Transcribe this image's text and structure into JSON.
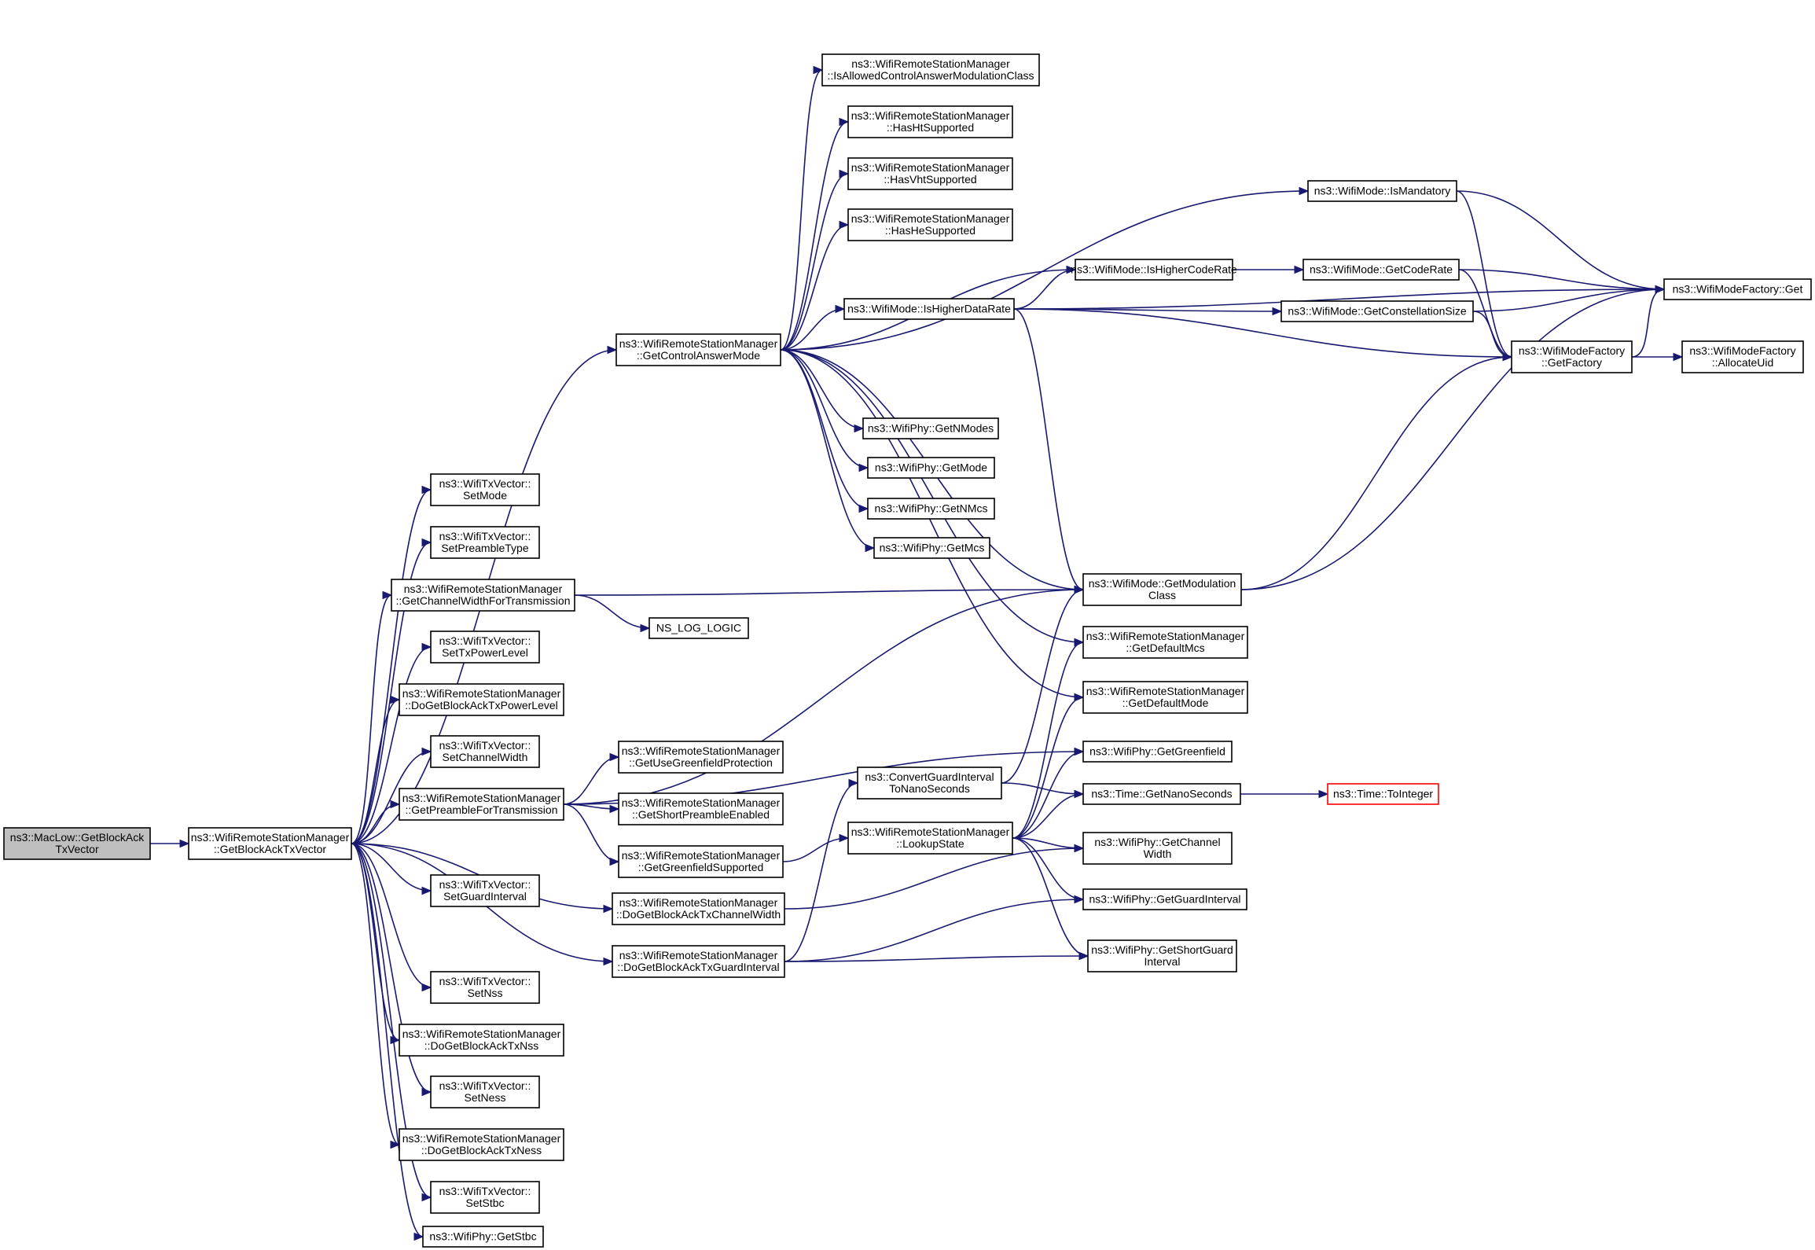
{
  "nodes": [
    {
      "id": "n0",
      "lines": [
        "ns3::MacLow::GetBlockAck",
        "TxVector"
      ],
      "root": true
    },
    {
      "id": "n1",
      "lines": [
        "ns3::WifiRemoteStationManager",
        "::GetBlockAckTxVector"
      ]
    },
    {
      "id": "n2",
      "lines": [
        "ns3::WifiRemoteStationManager",
        "::GetControlAnswerMode"
      ]
    },
    {
      "id": "n3",
      "lines": [
        "ns3::WifiTxVector::",
        "SetMode"
      ]
    },
    {
      "id": "n4",
      "lines": [
        "ns3::WifiTxVector::",
        "SetPreambleType"
      ]
    },
    {
      "id": "n5",
      "lines": [
        "ns3::WifiRemoteStationManager",
        "::GetChannelWidthForTransmission"
      ]
    },
    {
      "id": "n6",
      "lines": [
        "ns3::WifiTxVector::",
        "SetTxPowerLevel"
      ]
    },
    {
      "id": "n7",
      "lines": [
        "ns3::WifiRemoteStationManager",
        "::DoGetBlockAckTxPowerLevel"
      ]
    },
    {
      "id": "n8",
      "lines": [
        "ns3::WifiTxVector::",
        "SetChannelWidth"
      ]
    },
    {
      "id": "n9",
      "lines": [
        "ns3::WifiRemoteStationManager",
        "::GetPreambleForTransmission"
      ]
    },
    {
      "id": "n10",
      "lines": [
        "ns3::WifiTxVector::",
        "SetGuardInterval"
      ]
    },
    {
      "id": "n11",
      "lines": [
        "ns3::WifiRemoteStationManager",
        "::DoGetBlockAckTxChannelWidth"
      ]
    },
    {
      "id": "n12",
      "lines": [
        "ns3::WifiRemoteStationManager",
        "::DoGetBlockAckTxGuardInterval"
      ]
    },
    {
      "id": "n13",
      "lines": [
        "ns3::WifiTxVector::",
        "SetNss"
      ]
    },
    {
      "id": "n14",
      "lines": [
        "ns3::WifiRemoteStationManager",
        "::DoGetBlockAckTxNss"
      ]
    },
    {
      "id": "n15",
      "lines": [
        "ns3::WifiTxVector::",
        "SetNess"
      ]
    },
    {
      "id": "n16",
      "lines": [
        "ns3::WifiRemoteStationManager",
        "::DoGetBlockAckTxNess"
      ]
    },
    {
      "id": "n17",
      "lines": [
        "ns3::WifiTxVector::",
        "SetStbc"
      ]
    },
    {
      "id": "n18",
      "lines": [
        "ns3::WifiPhy::GetStbc"
      ]
    },
    {
      "id": "n19",
      "lines": [
        "ns3::WifiRemoteStationManager",
        "::IsAllowedControlAnswerModulationClass"
      ]
    },
    {
      "id": "n20",
      "lines": [
        "ns3::WifiRemoteStationManager",
        "::HasHtSupported"
      ]
    },
    {
      "id": "n21",
      "lines": [
        "ns3::WifiRemoteStationManager",
        "::HasVhtSupported"
      ]
    },
    {
      "id": "n22",
      "lines": [
        "ns3::WifiRemoteStationManager",
        "::HasHeSupported"
      ]
    },
    {
      "id": "n23",
      "lines": [
        "ns3::WifiMode::IsHigherDataRate"
      ]
    },
    {
      "id": "n24",
      "lines": [
        "ns3::WifiPhy::GetNModes"
      ]
    },
    {
      "id": "n25",
      "lines": [
        "ns3::WifiPhy::GetMode"
      ]
    },
    {
      "id": "n26",
      "lines": [
        "ns3::WifiPhy::GetNMcs"
      ]
    },
    {
      "id": "n27",
      "lines": [
        "ns3::WifiPhy::GetMcs"
      ]
    },
    {
      "id": "n28",
      "lines": [
        "NS_LOG_LOGIC"
      ]
    },
    {
      "id": "n29",
      "lines": [
        "ns3::WifiRemoteStationManager",
        "::GetUseGreenfieldProtection"
      ]
    },
    {
      "id": "n30",
      "lines": [
        "ns3::WifiRemoteStationManager",
        "::GetShortPreambleEnabled"
      ]
    },
    {
      "id": "n31",
      "lines": [
        "ns3::WifiRemoteStationManager",
        "::GetGreenfieldSupported"
      ]
    },
    {
      "id": "n32",
      "lines": [
        "ns3::ConvertGuardInterval",
        "ToNanoSeconds"
      ]
    },
    {
      "id": "n33",
      "lines": [
        "ns3::WifiRemoteStationManager",
        "::LookupState"
      ]
    },
    {
      "id": "n34",
      "lines": [
        "ns3::WifiMode::IsMandatory"
      ]
    },
    {
      "id": "n35",
      "lines": [
        "ns3::WifiMode::IsHigherCodeRate"
      ]
    },
    {
      "id": "n36",
      "lines": [
        "ns3::WifiMode::GetModulation",
        "Class"
      ]
    },
    {
      "id": "n37",
      "lines": [
        "ns3::WifiRemoteStationManager",
        "::GetDefaultMcs"
      ]
    },
    {
      "id": "n38",
      "lines": [
        "ns3::WifiRemoteStationManager",
        "::GetDefaultMode"
      ]
    },
    {
      "id": "n39",
      "lines": [
        "ns3::WifiPhy::GetGreenfield"
      ]
    },
    {
      "id": "n40",
      "lines": [
        "ns3::Time::GetNanoSeconds"
      ]
    },
    {
      "id": "n41",
      "lines": [
        "ns3::WifiPhy::GetChannel",
        "Width"
      ]
    },
    {
      "id": "n42",
      "lines": [
        "ns3::WifiPhy::GetGuardInterval"
      ]
    },
    {
      "id": "n43",
      "lines": [
        "ns3::WifiPhy::GetShortGuard",
        "Interval"
      ]
    },
    {
      "id": "n44",
      "lines": [
        "ns3::WifiMode::GetCodeRate"
      ]
    },
    {
      "id": "n45",
      "lines": [
        "ns3::WifiMode::GetConstellationSize"
      ]
    },
    {
      "id": "n46",
      "lines": [
        "ns3::WifiModeFactory",
        "::GetFactory"
      ]
    },
    {
      "id": "n47",
      "lines": [
        "ns3::WifiModeFactory::Get"
      ]
    },
    {
      "id": "n48",
      "lines": [
        "ns3::WifiModeFactory",
        "::AllocateUid"
      ]
    },
    {
      "id": "n49",
      "lines": [
        "ns3::Time::ToInteger"
      ],
      "truncated": true
    }
  ],
  "edges": [
    [
      "n0",
      "n1"
    ],
    [
      "n1",
      "n2"
    ],
    [
      "n1",
      "n3"
    ],
    [
      "n1",
      "n4"
    ],
    [
      "n1",
      "n5"
    ],
    [
      "n1",
      "n6"
    ],
    [
      "n1",
      "n7"
    ],
    [
      "n1",
      "n8"
    ],
    [
      "n1",
      "n9"
    ],
    [
      "n1",
      "n10"
    ],
    [
      "n1",
      "n11"
    ],
    [
      "n1",
      "n12"
    ],
    [
      "n1",
      "n13"
    ],
    [
      "n1",
      "n14"
    ],
    [
      "n1",
      "n15"
    ],
    [
      "n1",
      "n16"
    ],
    [
      "n1",
      "n17"
    ],
    [
      "n1",
      "n18"
    ],
    [
      "n2",
      "n19"
    ],
    [
      "n2",
      "n20"
    ],
    [
      "n2",
      "n21"
    ],
    [
      "n2",
      "n22"
    ],
    [
      "n2",
      "n34"
    ],
    [
      "n2",
      "n35"
    ],
    [
      "n2",
      "n23"
    ],
    [
      "n2",
      "n24"
    ],
    [
      "n2",
      "n25"
    ],
    [
      "n2",
      "n26"
    ],
    [
      "n2",
      "n27"
    ],
    [
      "n2",
      "n36"
    ],
    [
      "n2",
      "n37"
    ],
    [
      "n2",
      "n38"
    ],
    [
      "n5",
      "n36"
    ],
    [
      "n5",
      "n28"
    ],
    [
      "n9",
      "n36"
    ],
    [
      "n9",
      "n39"
    ],
    [
      "n9",
      "n29"
    ],
    [
      "n9",
      "n30"
    ],
    [
      "n9",
      "n31"
    ],
    [
      "n31",
      "n33"
    ],
    [
      "n11",
      "n41"
    ],
    [
      "n12",
      "n32"
    ],
    [
      "n12",
      "n42"
    ],
    [
      "n12",
      "n43"
    ],
    [
      "n32",
      "n36"
    ],
    [
      "n32",
      "n40"
    ],
    [
      "n33",
      "n37"
    ],
    [
      "n33",
      "n38"
    ],
    [
      "n33",
      "n39"
    ],
    [
      "n33",
      "n40"
    ],
    [
      "n33",
      "n41"
    ],
    [
      "n33",
      "n42"
    ],
    [
      "n33",
      "n43"
    ],
    [
      "n23",
      "n35"
    ],
    [
      "n23",
      "n45"
    ],
    [
      "n23",
      "n46"
    ],
    [
      "n23",
      "n36"
    ],
    [
      "n23",
      "n47"
    ],
    [
      "n35",
      "n44"
    ],
    [
      "n44",
      "n46"
    ],
    [
      "n44",
      "n47"
    ],
    [
      "n45",
      "n46"
    ],
    [
      "n45",
      "n47"
    ],
    [
      "n34",
      "n46"
    ],
    [
      "n34",
      "n47"
    ],
    [
      "n36",
      "n46"
    ],
    [
      "n36",
      "n47"
    ],
    [
      "n46",
      "n47"
    ],
    [
      "n46",
      "n48"
    ],
    [
      "n40",
      "n49"
    ]
  ]
}
